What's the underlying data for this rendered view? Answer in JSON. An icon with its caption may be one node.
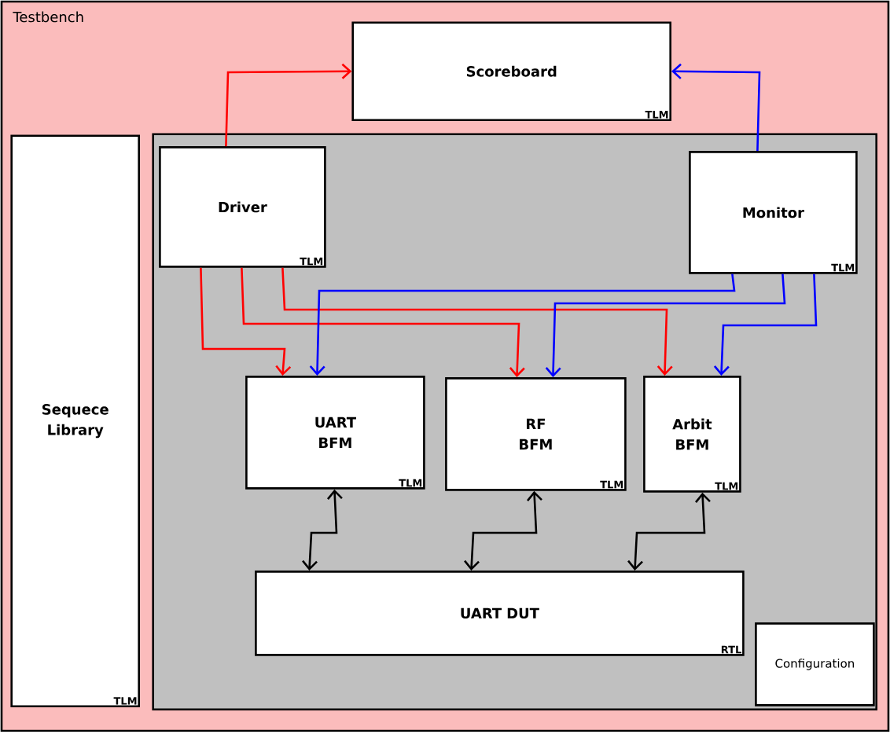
{
  "diagram": {
    "nodes": [
      {
        "text": [
          "Testbench"
        ]
      },
      {
        "text": [
          "Scoreboard",
          "TLM"
        ],
        "in": 0
      },
      {
        "text": [
          "Sequece Library",
          "TLM"
        ],
        "in": 0
      },
      {
        "text": [],
        "shape": "box",
        "in": 0
      },
      {
        "text": [
          "Driver",
          "TLM"
        ],
        "in": 3
      },
      {
        "text": [
          "Monitor",
          "TLM"
        ],
        "in": 3
      },
      {
        "text": [
          "UART BFM",
          "TLM"
        ],
        "in": 3
      },
      {
        "text": [
          "RF BFM",
          "TLM"
        ],
        "in": 3
      },
      {
        "text": [
          "Arbit BFM",
          "TLM"
        ],
        "in": 3
      },
      {
        "text": [
          "UART DUT",
          "RTL"
        ],
        "in": 3
      },
      {
        "text": [
          "Configuration"
        ],
        "in": 3
      }
    ],
    "edges": [
      {
        "from": 4,
        "to": 1,
        "arrow": "to",
        "color": "#ff0000"
      },
      {
        "from": 5,
        "to": 1,
        "arrow": "to",
        "color": "#0000ff"
      },
      {
        "from": 4,
        "to": 6,
        "arrow": "to",
        "color": "#ff0000"
      },
      {
        "from": 4,
        "to": 7,
        "arrow": "to",
        "color": "#ff0000"
      },
      {
        "from": 4,
        "to": 8,
        "arrow": "to",
        "color": "#ff0000"
      },
      {
        "from": 5,
        "to": 6,
        "arrow": "to",
        "color": "#0000ff"
      },
      {
        "from": 5,
        "to": 7,
        "arrow": "to",
        "color": "#0000ff"
      },
      {
        "from": 5,
        "to": 8,
        "arrow": "to",
        "color": "#0000ff"
      },
      {
        "from": 6,
        "to": 9,
        "arrow": "both",
        "color": "#000000"
      },
      {
        "from": 7,
        "to": 9,
        "arrow": "both",
        "color": "#000000"
      },
      {
        "from": 8,
        "to": 9,
        "arrow": "both",
        "color": "#000000"
      }
    ]
  }
}
